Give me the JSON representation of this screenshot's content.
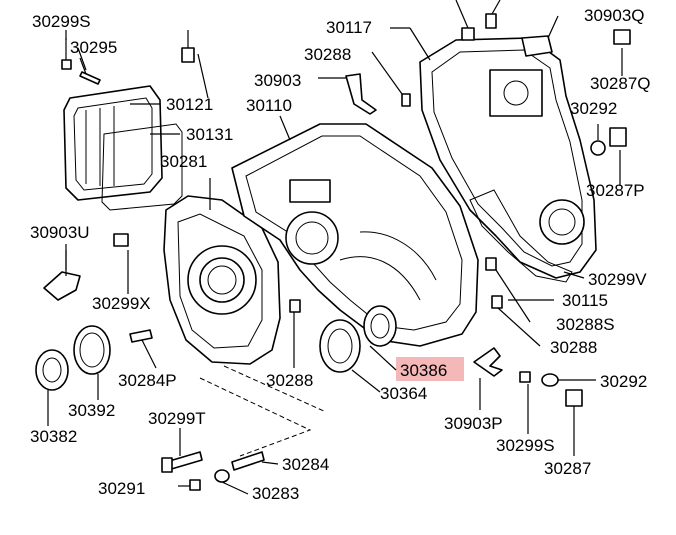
{
  "highlight_color": "#f4b8b8",
  "highlighted_label": "30386",
  "labels": {
    "l30299s_top": "30299S",
    "l30295": "30295",
    "l30121": "30121",
    "l30131": "30131",
    "l30281": "30281",
    "l30110": "30110",
    "l30117": "30117",
    "l30288_top": "30288",
    "l30903": "30903",
    "l30903q": "30903Q",
    "l30287q": "30287Q",
    "l30292_top": "30292",
    "l30287p": "30287P",
    "l30903u": "30903U",
    "l30299x": "30299X",
    "l30299v": "30299V",
    "l30115": "30115",
    "l30288s": "30288S",
    "l30288_right": "30288",
    "l30386": "30386",
    "l30364": "30364",
    "l30288_mid": "30288",
    "l30284p": "30284P",
    "l30392": "30392",
    "l30382": "30382",
    "l30299t": "30299T",
    "l30284": "30284",
    "l30291": "30291",
    "l30283": "30283",
    "l30903p": "30903P",
    "l30299s_bot": "30299S",
    "l30292_bot": "30292",
    "l30287": "30287"
  }
}
